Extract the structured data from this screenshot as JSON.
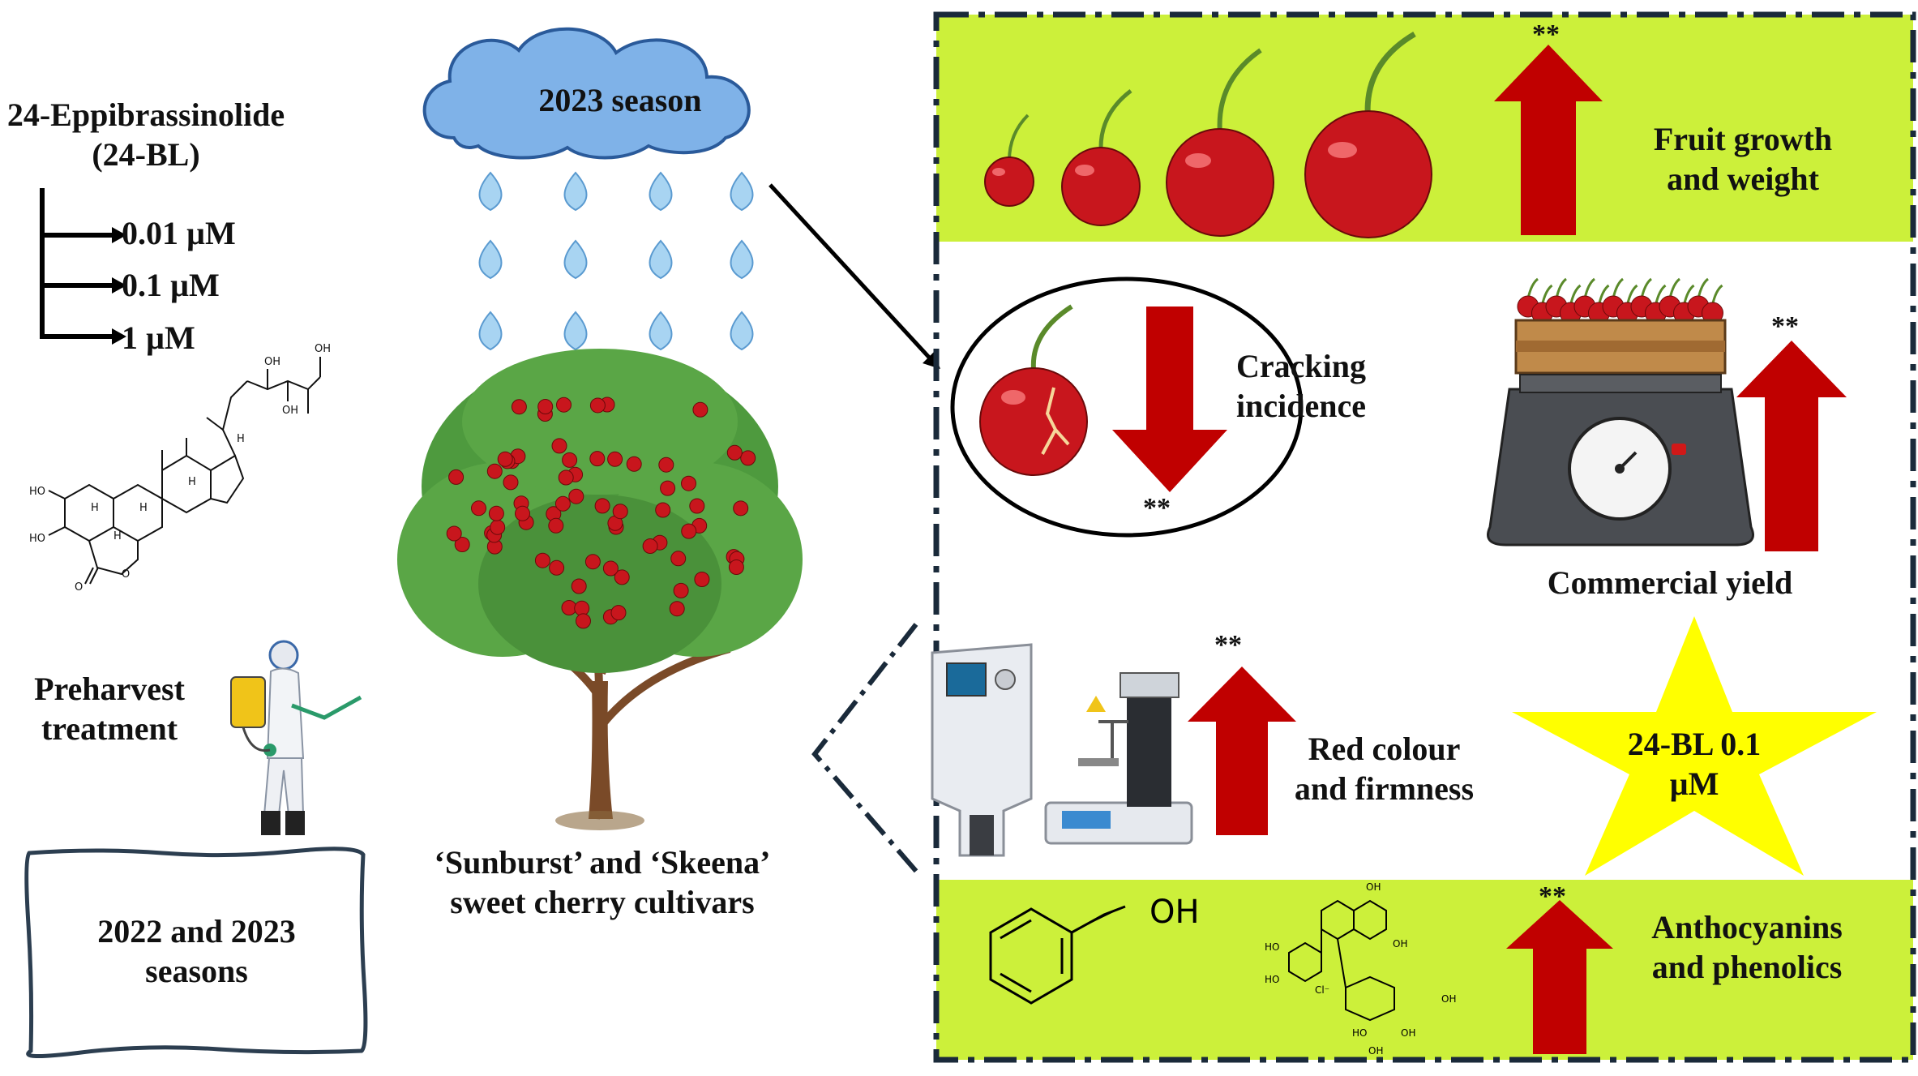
{
  "compound": {
    "name_line1": "24-Eppibrassinolide",
    "name_line2": "(24-BL)",
    "doses": [
      "0.01 µM",
      "0.1 µM",
      "1 µM"
    ],
    "structure_labels": [
      "OH",
      "OH",
      "OH",
      "HO",
      "HO",
      "H",
      "H",
      "H",
      "H",
      "H",
      "O",
      "O"
    ]
  },
  "application": {
    "treatment_line1": "Preharvest",
    "treatment_line2": "treatment",
    "seasons_line1": "2022 and 2023",
    "seasons_line2": "seasons"
  },
  "rain": {
    "season_label": "2023 season"
  },
  "tree": {
    "cultivars_line1": "‘Sunburst’ and ‘Skeena’",
    "cultivars_line2": "sweet cherry cultivars"
  },
  "results": {
    "significance": "**",
    "growth": {
      "line1": "Fruit growth",
      "line2": "and weight",
      "direction": "up"
    },
    "cracking": {
      "line1": "Cracking",
      "line2": "incidence",
      "direction": "down"
    },
    "yield": {
      "label": "Commercial yield",
      "direction": "up"
    },
    "colour": {
      "line1": "Red colour",
      "line2": "and firmness",
      "direction": "up"
    },
    "best": {
      "line1": "24-BL 0.1",
      "line2": "µM"
    },
    "anthocyanins": {
      "line1": "Anthocyanins",
      "line2": "and phenolics",
      "direction": "up",
      "phenol_label": "OH",
      "molecule_labels": [
        "OH",
        "OH",
        "HO",
        "HO",
        "Cl⁻",
        "HO",
        "OH",
        "OH",
        "OH"
      ]
    }
  },
  "colors": {
    "band": "#ccf03a",
    "arrow": "#c00000",
    "star": "#ffff00",
    "cloud": "#7fb2e8",
    "drop": "#a8d4f2",
    "cherry": "#c8161d",
    "leaf": "#4e9a3e",
    "trunk": "#7a4a28",
    "frame": "#1a2a3a"
  }
}
